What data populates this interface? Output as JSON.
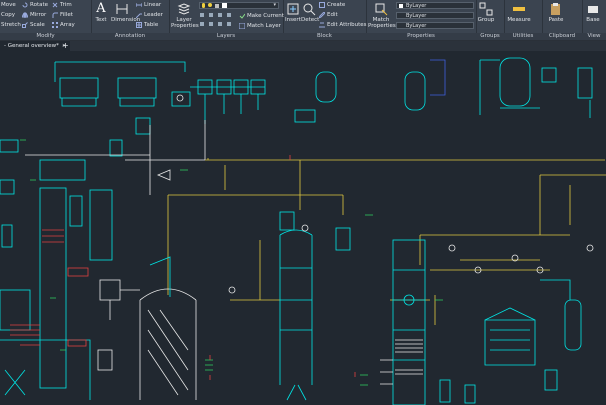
{
  "modify": {
    "label": "Modify",
    "move": "Move",
    "rotate": "Rotate",
    "trim": "Trim",
    "copy": "Copy",
    "mirror": "Mirror",
    "fillet": "Fillet",
    "stretch": "Stretch",
    "scale": "Scale",
    "array": "Array"
  },
  "annotation": {
    "label": "Annotation",
    "text": "Text",
    "dimension": "Dimension",
    "linear": "Linear",
    "leader": "Leader",
    "table": "Table"
  },
  "layers": {
    "label": "Layers",
    "layer_properties": "Layer Properties",
    "make_current": "Make Current",
    "match_layer": "Match Layer"
  },
  "block": {
    "label": "Block",
    "insert": "Insert",
    "detect": "Detect",
    "create": "Create",
    "edit": "Edit",
    "edit_attributes": "Edit Attributes"
  },
  "properties": {
    "label": "Properties",
    "match_properties": "Match Properties",
    "color": "ByLayer",
    "linetype": "ByLayer",
    "lineweight": "ByLayer"
  },
  "groups": {
    "label": "Groups",
    "group": "Group"
  },
  "utilities": {
    "label": "Utilities",
    "measure": "Measure"
  },
  "clipboard": {
    "label": "Clipboard",
    "paste": "Paste"
  },
  "view": {
    "label": "View",
    "base": "Base"
  },
  "tab": {
    "title": "- General overview*",
    "close": "×",
    "new": "+"
  },
  "colors": {
    "cyan": "#00e5e5",
    "yellow": "#e0c840",
    "white": "#e8e8e8",
    "red": "#e04040",
    "green": "#30d060"
  }
}
